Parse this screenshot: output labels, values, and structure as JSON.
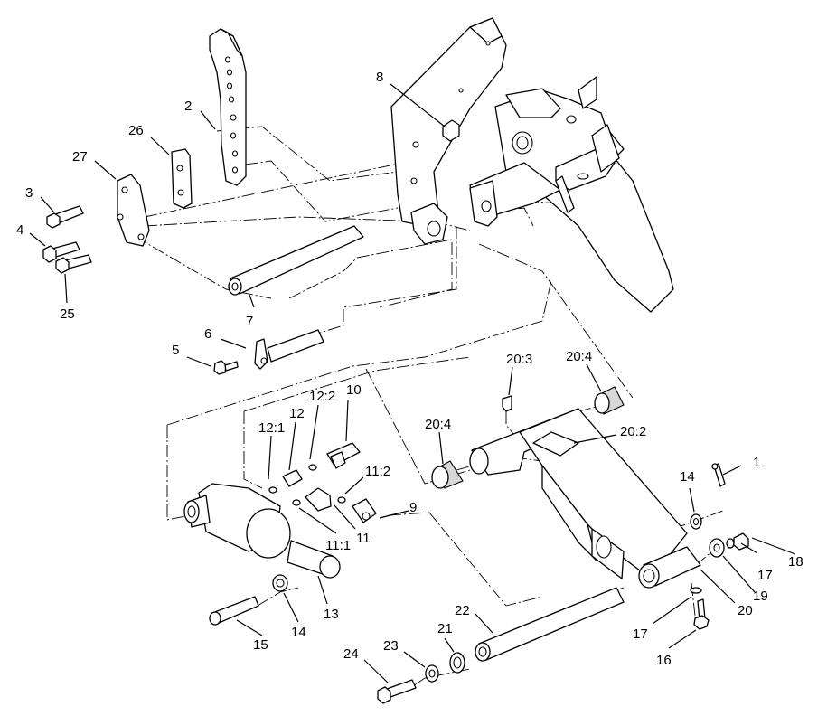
{
  "diagram": {
    "callouts": [
      {
        "id": "c1",
        "text": "1"
      },
      {
        "id": "c2",
        "text": "2"
      },
      {
        "id": "c3",
        "text": "3"
      },
      {
        "id": "c4",
        "text": "4"
      },
      {
        "id": "c5",
        "text": "5"
      },
      {
        "id": "c6",
        "text": "6"
      },
      {
        "id": "c7",
        "text": "7"
      },
      {
        "id": "c8",
        "text": "8"
      },
      {
        "id": "c9",
        "text": "9"
      },
      {
        "id": "c10",
        "text": "10"
      },
      {
        "id": "c11",
        "text": "11"
      },
      {
        "id": "c11_1",
        "text": "11:1"
      },
      {
        "id": "c11_2",
        "text": "11:2"
      },
      {
        "id": "c12",
        "text": "12"
      },
      {
        "id": "c12_1",
        "text": "12:1"
      },
      {
        "id": "c12_2",
        "text": "12:2"
      },
      {
        "id": "c13",
        "text": "13"
      },
      {
        "id": "c14a",
        "text": "14"
      },
      {
        "id": "c14b",
        "text": "14"
      },
      {
        "id": "c15",
        "text": "15"
      },
      {
        "id": "c16",
        "text": "16"
      },
      {
        "id": "c17a",
        "text": "17"
      },
      {
        "id": "c17b",
        "text": "17"
      },
      {
        "id": "c18",
        "text": "18"
      },
      {
        "id": "c19",
        "text": "19"
      },
      {
        "id": "c20",
        "text": "20"
      },
      {
        "id": "c20_2",
        "text": "20:2"
      },
      {
        "id": "c20_3",
        "text": "20:3"
      },
      {
        "id": "c20_4a",
        "text": "20:4"
      },
      {
        "id": "c20_4b",
        "text": "20:4"
      },
      {
        "id": "c21",
        "text": "21"
      },
      {
        "id": "c22",
        "text": "22"
      },
      {
        "id": "c23",
        "text": "23"
      },
      {
        "id": "c24",
        "text": "24"
      },
      {
        "id": "c25",
        "text": "25"
      },
      {
        "id": "c26",
        "text": "26"
      },
      {
        "id": "c27",
        "text": "27"
      }
    ]
  }
}
